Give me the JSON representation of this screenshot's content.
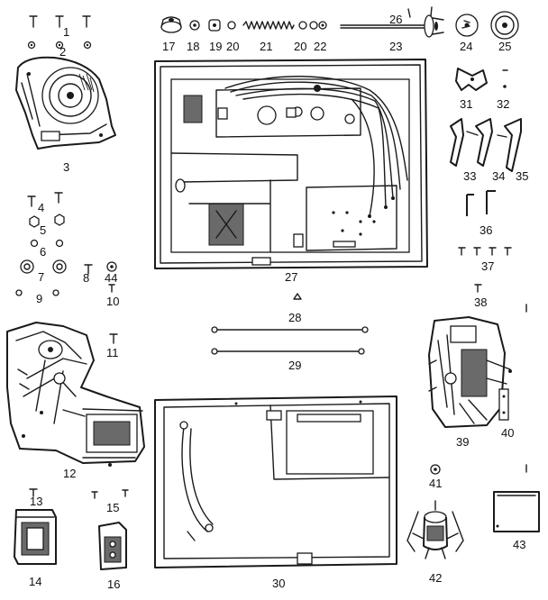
{
  "callouts": [
    "1",
    "2",
    "3",
    "4",
    "5",
    "6",
    "7",
    "8",
    "9",
    "10",
    "11",
    "12",
    "13",
    "14",
    "15",
    "16",
    "17",
    "18",
    "19",
    "20",
    "20",
    "21",
    "22",
    "23",
    "24",
    "25",
    "26",
    "27",
    "28",
    "29",
    "30",
    "31",
    "32",
    "33",
    "34",
    "35",
    "36",
    "37",
    "38",
    "39",
    "40",
    "41",
    "42",
    "43",
    "44"
  ]
}
